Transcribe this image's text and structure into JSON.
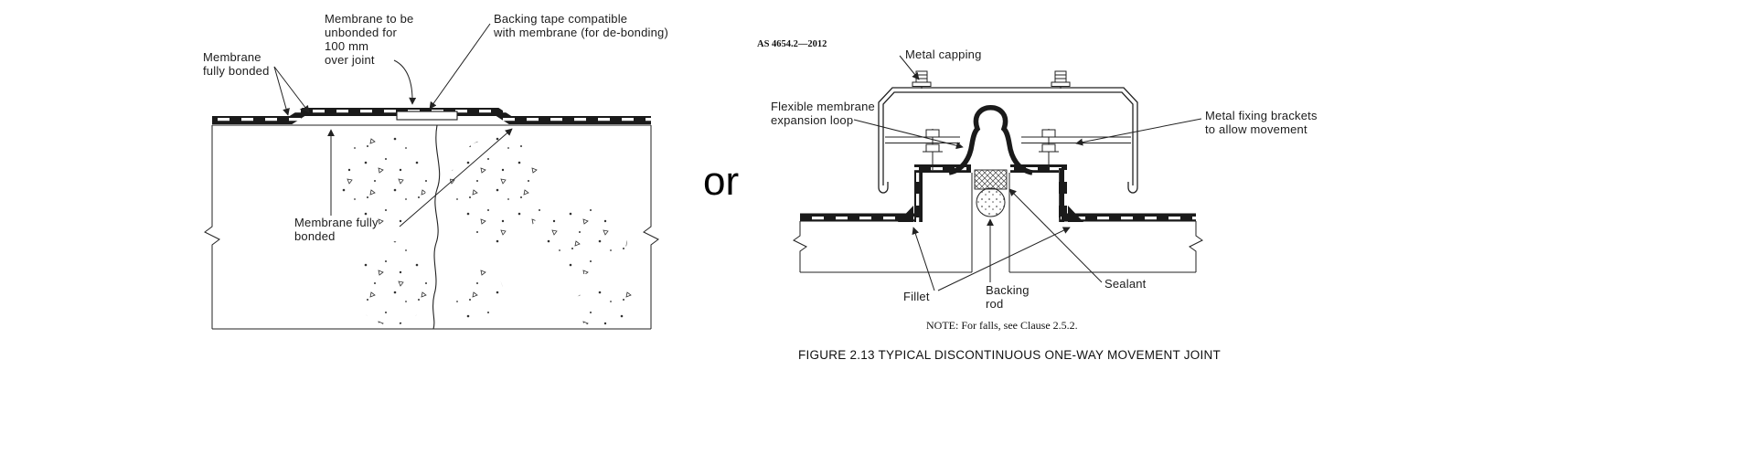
{
  "page": {
    "or": "or",
    "caption": "FIGURE  2.13   TYPICAL DISCONTINUOUS ONE-WAY MOVEMENT JOINT"
  },
  "left_diagram": {
    "labels": {
      "membrane_fully_bonded_top": "Membrane\nfully bonded",
      "membrane_unbonded": "Membrane to be\nunbonded for\n100 mm\nover joint",
      "backing_tape": "Backing tape compatible\nwith membrane (for de-bonding)",
      "membrane_fully_bonded_bottom": "Membrane fully\nbonded"
    }
  },
  "right_diagram": {
    "standard_ref": "AS 4654.2—2012",
    "labels": {
      "metal_capping": "Metal capping",
      "expansion_loop": "Flexible membrane\nexpansion loop",
      "fixing_brackets": "Metal fixing brackets\nto allow movement",
      "fillet": "Fillet",
      "backing_rod": "Backing\nrod",
      "sealant": "Sealant"
    },
    "note": "NOTE:  For falls, see Clause 2.5.2."
  }
}
